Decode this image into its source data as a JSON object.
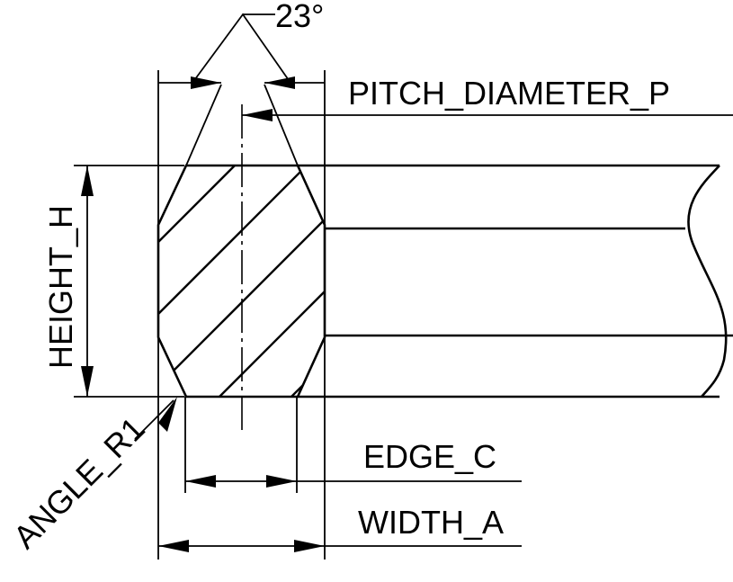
{
  "labels": {
    "angle": "23°",
    "pitch_diameter": "PITCH_DIAMETER_P",
    "height": "HEIGHT_H",
    "edge": "EDGE_C",
    "width": "WIDTH_A",
    "corner_angle": "ANGLE_R1"
  },
  "colors": {
    "line": "#000000",
    "background": "#ffffff"
  }
}
